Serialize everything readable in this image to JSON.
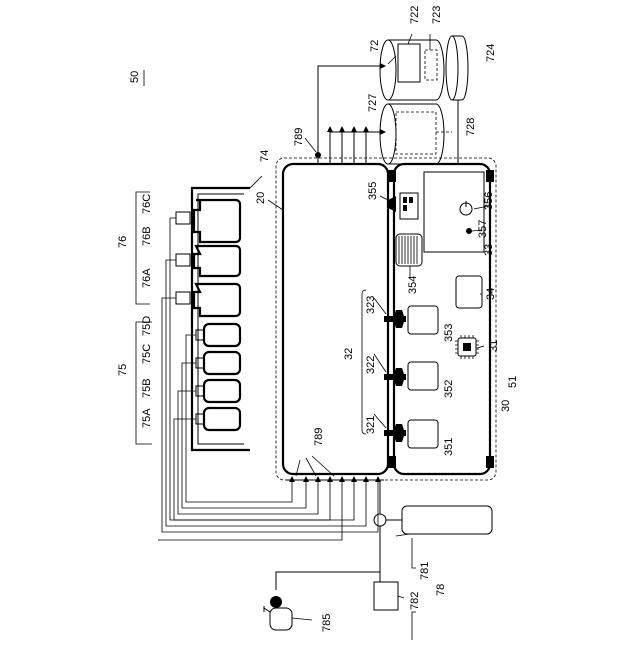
{
  "figure": {
    "ref": "50",
    "labels": {
      "l20": "20",
      "l30": "30",
      "l31": "31",
      "l32": "32",
      "l321": "321",
      "l322": "322",
      "l323": "323",
      "l33": "33",
      "l34": "34",
      "l351": "351",
      "l352": "352",
      "l353": "353",
      "l354": "354",
      "l355": "355",
      "l356": "356",
      "l357": "357",
      "l51": "51",
      "l72": "72",
      "l722": "722",
      "l723": "723",
      "l724": "724",
      "l727": "727",
      "l728": "728",
      "l74": "74",
      "l75": "75",
      "l75A": "75A",
      "l75B": "75B",
      "l75C": "75C",
      "l75D": "75D",
      "l76": "76",
      "l76A": "76A",
      "l76B": "76B",
      "l76C": "76C",
      "l78": "78",
      "l781": "781",
      "l782": "782",
      "l785": "785",
      "l789a": "789",
      "l789b": "789"
    }
  }
}
